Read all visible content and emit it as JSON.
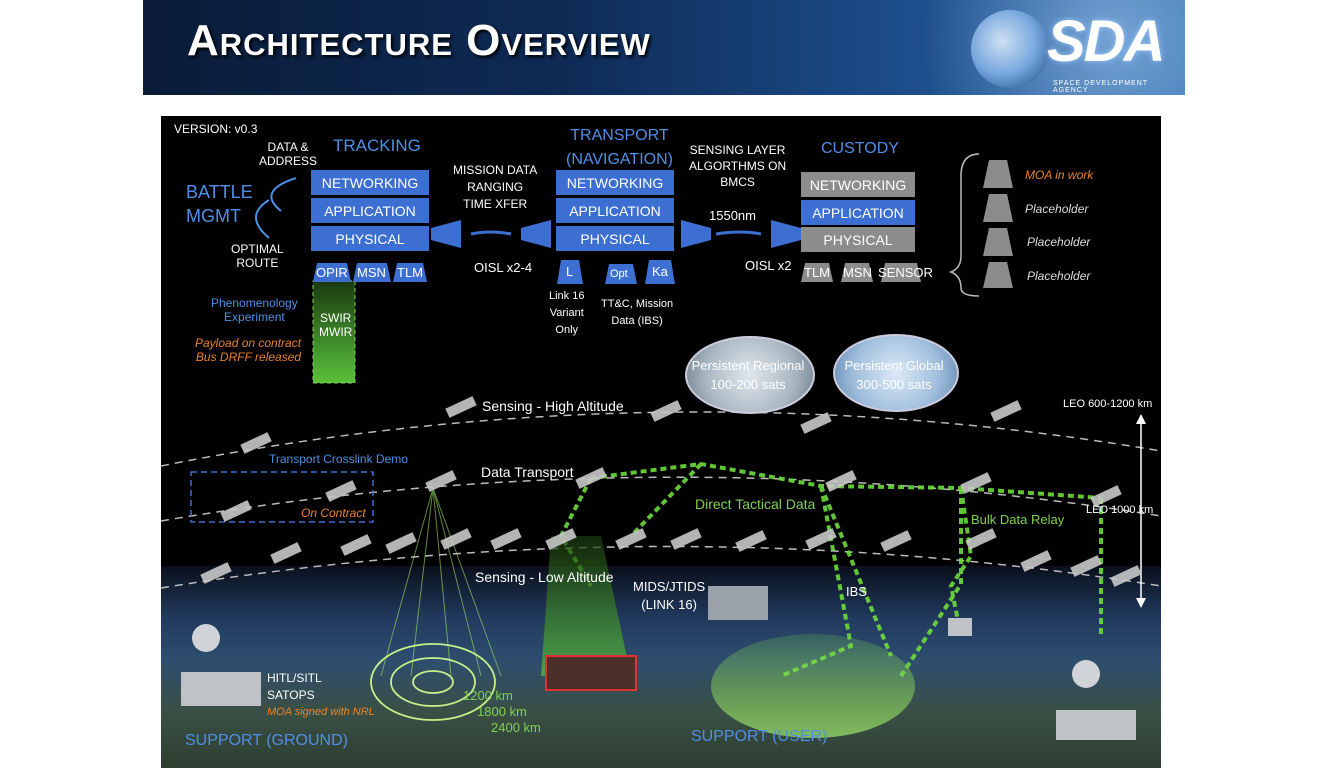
{
  "header": {
    "title": "Architecture Overview",
    "logo_text": "SDA",
    "logo_subtitle": "SPACE DEVELOPMENT AGENCY"
  },
  "version": "VERSION: v0.3",
  "tracking": {
    "title": "TRACKING",
    "data_address": "DATA &\nADDRESS",
    "battle": "BATTLE\nMGMT",
    "optimal": "OPTIMAL\nROUTE",
    "layers": [
      "NETWORKING",
      "APPLICATION",
      "PHYSICAL"
    ],
    "payloads": [
      "OPIR",
      "MSN",
      "TLM"
    ],
    "swir": "SWIR\nMWIR",
    "phenom": "Phenomenology\nExperiment",
    "payload_note": "Payload on contract\nBus DRFF released"
  },
  "transport": {
    "title": "TRANSPORT\n(NAVIGATION)",
    "mission": "MISSION DATA\nRANGING\nTIME XFER",
    "layers": [
      "NETWORKING",
      "APPLICATION",
      "PHYSICAL"
    ],
    "payloads": [
      "L",
      "Opt",
      "Ka"
    ],
    "oisl": "OISL x2-4",
    "link16": "Link 16\nVariant\nOnly",
    "ttc": "TT&C, Mission\nData (IBS)"
  },
  "custody": {
    "title": "CUSTODY",
    "sensing": "SENSING LAYER\nALGORTHMS ON\nBMCS",
    "nm": "1550nm",
    "layers": [
      "NETWORKING",
      "APPLICATION",
      "PHYSICAL"
    ],
    "payloads": [
      "TLM",
      "MSN",
      "SENSOR"
    ],
    "oisl": "OISL x2",
    "options": [
      "MOA in work",
      "Placeholder",
      "Placeholder",
      "Placeholder"
    ]
  },
  "bubbles": {
    "regional": "Persistent Regional\n100-200 sats",
    "global": "Persistent Global\n300-500 sats"
  },
  "orbits": {
    "high": "Sensing - High Altitude",
    "transport": "Data Transport",
    "low": "Sensing - Low Altitude",
    "leo_top": "LEO 600-1200 km",
    "leo_mid": "LEO 1000 km"
  },
  "labels": {
    "crosslink": "Transport Crosslink Demo",
    "on_contract": "On Contract",
    "tactical": "Direct Tactical Data",
    "bulk": "Bulk Data Relay",
    "mids": "MIDS/JTIDS\n(LINK 16)",
    "ibs": "IBS",
    "hitl": "HITL/SITL\nSATOPS",
    "moa_nrl": "MOA signed with NRL",
    "km1": "1200 km",
    "km2": "1800 km",
    "km3": "2400 km",
    "support_ground": "SUPPORT (GROUND)",
    "support_user": "SUPPORT (USER)"
  },
  "colors": {
    "blue_box": "#3d6fd2",
    "gray_box": "#8c8c8c",
    "text_blue": "#4f8fe6",
    "orange": "#e8832a",
    "green": "#7fd24f"
  }
}
